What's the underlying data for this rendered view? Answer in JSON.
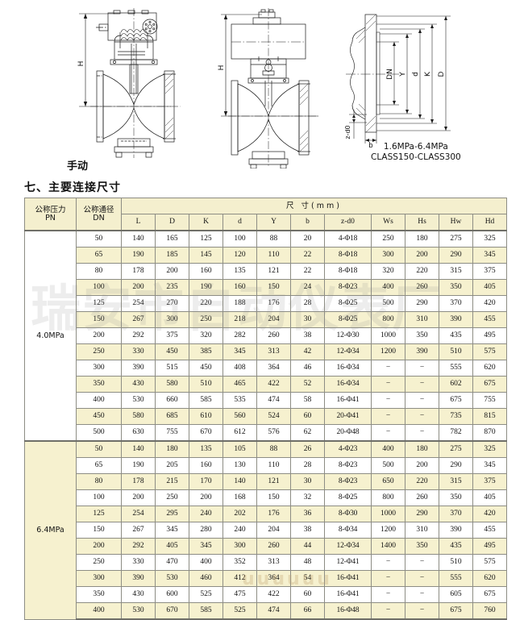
{
  "drawings": {
    "manual_caption": "手动",
    "flange_caption_line1": "1.6MPa-6.4MPa",
    "flange_caption_line2": "CLASS150-CLASS300",
    "height_label": "H",
    "flange_labels": [
      "DN",
      "Y",
      "d",
      "K",
      "D",
      "b",
      "z-d0"
    ]
  },
  "section": {
    "heading": "七、主要连接尺寸"
  },
  "watermark": {
    "text": "瑞安市自动仪表厂",
    "text2": "uuuuuu"
  },
  "table": {
    "header": {
      "pn": "公称压力",
      "pn_sub": "PN",
      "dn": "公称通径",
      "dn_sub": "DN",
      "span": "尺    寸(mm)",
      "columns": [
        "L",
        "D",
        "K",
        "d",
        "Y",
        "b",
        "z-d0",
        "Ws",
        "Hs",
        "Hw",
        "Hd"
      ]
    },
    "sections": [
      {
        "pn": "4.0MPa",
        "rows": [
          {
            "dn": "50",
            "L": "140",
            "D": "165",
            "K": "125",
            "d": "100",
            "Y": "88",
            "b": "20",
            "zd0": "4-Φ18",
            "Ws": "250",
            "Hs": "180",
            "Hw": "275",
            "Hd": "325"
          },
          {
            "dn": "65",
            "L": "190",
            "D": "185",
            "K": "145",
            "d": "120",
            "Y": "110",
            "b": "22",
            "zd0": "8-Φ18",
            "Ws": "300",
            "Hs": "200",
            "Hw": "290",
            "Hd": "345"
          },
          {
            "dn": "80",
            "L": "178",
            "D": "200",
            "K": "160",
            "d": "135",
            "Y": "121",
            "b": "22",
            "zd0": "8-Φ18",
            "Ws": "320",
            "Hs": "220",
            "Hw": "315",
            "Hd": "375"
          },
          {
            "dn": "100",
            "L": "200",
            "D": "235",
            "K": "190",
            "d": "160",
            "Y": "150",
            "b": "24",
            "zd0": "8-Φ23",
            "Ws": "400",
            "Hs": "260",
            "Hw": "350",
            "Hd": "405"
          },
          {
            "dn": "125",
            "L": "254",
            "D": "270",
            "K": "220",
            "d": "188",
            "Y": "176",
            "b": "28",
            "zd0": "8-Φ25",
            "Ws": "500",
            "Hs": "290",
            "Hw": "370",
            "Hd": "420"
          },
          {
            "dn": "150",
            "L": "267",
            "D": "300",
            "K": "250",
            "d": "218",
            "Y": "204",
            "b": "30",
            "zd0": "8-Φ25",
            "Ws": "800",
            "Hs": "310",
            "Hw": "390",
            "Hd": "455"
          },
          {
            "dn": "200",
            "L": "292",
            "D": "375",
            "K": "320",
            "d": "282",
            "Y": "260",
            "b": "38",
            "zd0": "12-Φ30",
            "Ws": "1000",
            "Hs": "350",
            "Hw": "435",
            "Hd": "495"
          },
          {
            "dn": "250",
            "L": "330",
            "D": "450",
            "K": "385",
            "d": "345",
            "Y": "313",
            "b": "42",
            "zd0": "12-Φ34",
            "Ws": "1200",
            "Hs": "390",
            "Hw": "510",
            "Hd": "575"
          },
          {
            "dn": "300",
            "L": "390",
            "D": "515",
            "K": "450",
            "d": "408",
            "Y": "364",
            "b": "46",
            "zd0": "16-Φ34",
            "Ws": "−",
            "Hs": "−",
            "Hw": "555",
            "Hd": "620"
          },
          {
            "dn": "350",
            "L": "430",
            "D": "580",
            "K": "510",
            "d": "465",
            "Y": "422",
            "b": "52",
            "zd0": "16-Φ34",
            "Ws": "−",
            "Hs": "−",
            "Hw": "602",
            "Hd": "675"
          },
          {
            "dn": "400",
            "L": "530",
            "D": "660",
            "K": "585",
            "d": "535",
            "Y": "474",
            "b": "58",
            "zd0": "16-Φ41",
            "Ws": "−",
            "Hs": "−",
            "Hw": "675",
            "Hd": "755"
          },
          {
            "dn": "450",
            "L": "580",
            "D": "685",
            "K": "610",
            "d": "560",
            "Y": "524",
            "b": "60",
            "zd0": "20-Φ41",
            "Ws": "−",
            "Hs": "−",
            "Hw": "735",
            "Hd": "815"
          },
          {
            "dn": "500",
            "L": "630",
            "D": "755",
            "K": "670",
            "d": "612",
            "Y": "576",
            "b": "62",
            "zd0": "20-Φ48",
            "Ws": "−",
            "Hs": "−",
            "Hw": "782",
            "Hd": "870"
          }
        ]
      },
      {
        "pn": "6.4MPa",
        "rows": [
          {
            "dn": "50",
            "L": "140",
            "D": "180",
            "K": "135",
            "d": "105",
            "Y": "88",
            "b": "26",
            "zd0": "4-Φ23",
            "Ws": "400",
            "Hs": "180",
            "Hw": "275",
            "Hd": "325"
          },
          {
            "dn": "65",
            "L": "190",
            "D": "205",
            "K": "160",
            "d": "130",
            "Y": "110",
            "b": "28",
            "zd0": "8-Φ23",
            "Ws": "500",
            "Hs": "200",
            "Hw": "290",
            "Hd": "345"
          },
          {
            "dn": "80",
            "L": "178",
            "D": "215",
            "K": "170",
            "d": "140",
            "Y": "121",
            "b": "30",
            "zd0": "8-Φ23",
            "Ws": "650",
            "Hs": "220",
            "Hw": "315",
            "Hd": "375"
          },
          {
            "dn": "100",
            "L": "200",
            "D": "250",
            "K": "200",
            "d": "168",
            "Y": "150",
            "b": "32",
            "zd0": "8-Φ25",
            "Ws": "800",
            "Hs": "260",
            "Hw": "350",
            "Hd": "405"
          },
          {
            "dn": "125",
            "L": "254",
            "D": "295",
            "K": "240",
            "d": "202",
            "Y": "176",
            "b": "36",
            "zd0": "8-Φ30",
            "Ws": "1000",
            "Hs": "290",
            "Hw": "370",
            "Hd": "420"
          },
          {
            "dn": "150",
            "L": "267",
            "D": "345",
            "K": "280",
            "d": "240",
            "Y": "204",
            "b": "38",
            "zd0": "8-Φ34",
            "Ws": "1200",
            "Hs": "310",
            "Hw": "390",
            "Hd": "455"
          },
          {
            "dn": "200",
            "L": "292",
            "D": "405",
            "K": "345",
            "d": "300",
            "Y": "260",
            "b": "44",
            "zd0": "12-Φ34",
            "Ws": "1400",
            "Hs": "350",
            "Hw": "435",
            "Hd": "495"
          },
          {
            "dn": "250",
            "L": "330",
            "D": "470",
            "K": "400",
            "d": "352",
            "Y": "313",
            "b": "48",
            "zd0": "12-Φ41",
            "Ws": "−",
            "Hs": "−",
            "Hw": "510",
            "Hd": "575"
          },
          {
            "dn": "300",
            "L": "390",
            "D": "530",
            "K": "460",
            "d": "412",
            "Y": "364",
            "b": "54",
            "zd0": "16-Φ41",
            "Ws": "−",
            "Hs": "−",
            "Hw": "555",
            "Hd": "620"
          },
          {
            "dn": "350",
            "L": "430",
            "D": "600",
            "K": "525",
            "d": "475",
            "Y": "422",
            "b": "60",
            "zd0": "16-Φ41",
            "Ws": "−",
            "Hs": "−",
            "Hw": "605",
            "Hd": "675"
          },
          {
            "dn": "400",
            "L": "530",
            "D": "670",
            "K": "585",
            "d": "525",
            "Y": "474",
            "b": "66",
            "zd0": "16-Φ48",
            "Ws": "−",
            "Hs": "−",
            "Hw": "675",
            "Hd": "760"
          }
        ]
      }
    ]
  }
}
